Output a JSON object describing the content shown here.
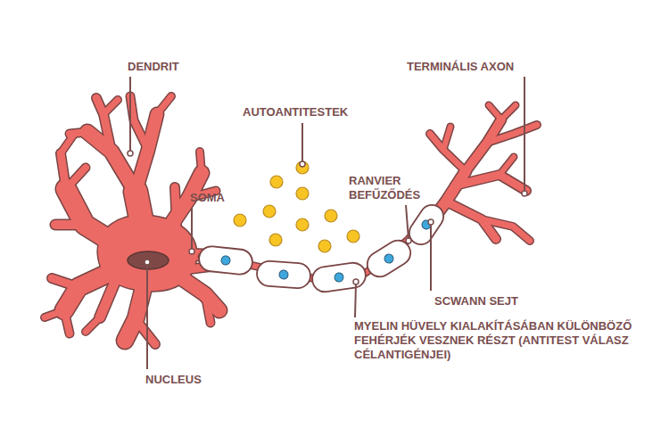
{
  "diagram": {
    "labels": [
      "DENDRIT",
      "AUTOANTITESTEK",
      "TERMINÁLIS AXON",
      "SOMA",
      "RANVIER BEFŰZŐDÉS",
      "SCWANN SEJT",
      "MYELIN HÜVELY KIALAKÍTÁSÁBAN KÜLÖNBÖZŐ FEHÉRJÉK VESZNEK RÉSZT (ANTITEST VÁLASZ CÉLANTIGÉNJEI)",
      "NUCLEUS"
    ]
  }
}
